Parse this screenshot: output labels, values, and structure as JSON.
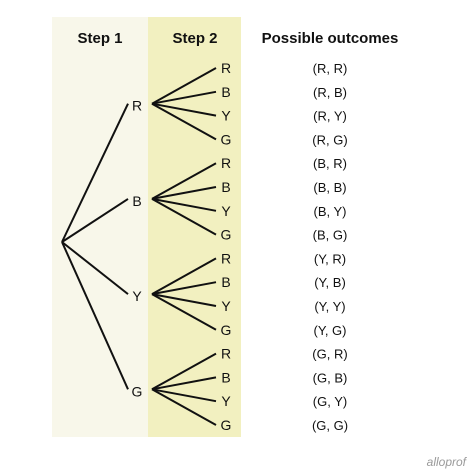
{
  "headers": {
    "step1": "Step 1",
    "step2": "Step 2",
    "outcomes": "Possible outcomes"
  },
  "step1_nodes": [
    {
      "label": "R",
      "children": [
        "R",
        "B",
        "Y",
        "G"
      ]
    },
    {
      "label": "B",
      "children": [
        "R",
        "B",
        "Y",
        "G"
      ]
    },
    {
      "label": "Y",
      "children": [
        "R",
        "B",
        "Y",
        "G"
      ]
    },
    {
      "label": "G",
      "children": [
        "R",
        "B",
        "Y",
        "G"
      ]
    }
  ],
  "outcomes": [
    "(R, R)",
    "(R, B)",
    "(R, Y)",
    "(R, G)",
    "(B, R)",
    "(B, B)",
    "(B, Y)",
    "(B, G)",
    "(Y, R)",
    "(Y, B)",
    "(Y, Y)",
    "(Y, G)",
    "(G, R)",
    "(G, B)",
    "(G, Y)",
    "(G, G)"
  ],
  "watermark": "alloprof",
  "colors": {
    "step1_background": "#f8f7ea",
    "step2_background": "#f2f0c0",
    "line": "#111111",
    "text": "#111111",
    "watermark": "#9a9a9a"
  }
}
